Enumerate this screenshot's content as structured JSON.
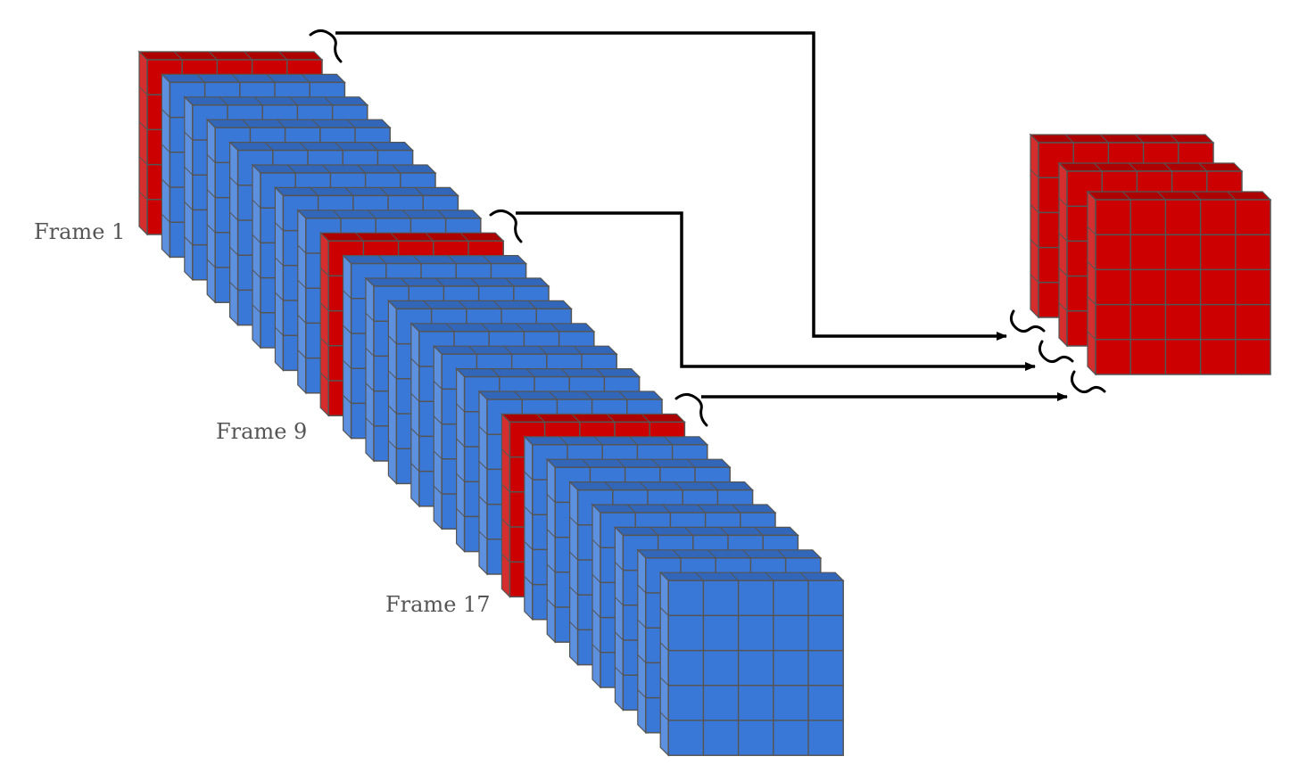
{
  "labels": {
    "frame_1": "Frame 1",
    "frame_9": "Frame 9",
    "frame_17": "Frame 17"
  },
  "frames": {
    "count": 24,
    "selected_frame_numbers": [
      1,
      9,
      17
    ],
    "grid_rows": 5,
    "grid_cols": 5
  },
  "output_stack": {
    "count": 3
  },
  "colors": {
    "selected_frame": "#cc0000",
    "unselected_frame": "#3a78d8",
    "arrow": "#000000",
    "grid_line": "#555555"
  }
}
